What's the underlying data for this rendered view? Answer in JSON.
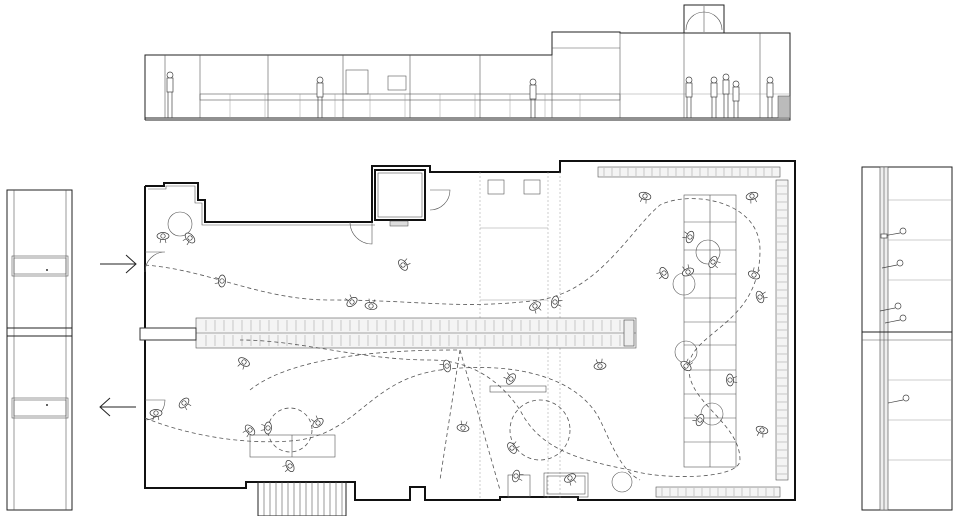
{
  "drawing": {
    "views": [
      {
        "name": "long-section-elevation",
        "kind": "elevation"
      },
      {
        "name": "floor-plan",
        "kind": "plan"
      },
      {
        "name": "left-end-elevation",
        "kind": "elevation"
      },
      {
        "name": "right-end-section",
        "kind": "section"
      }
    ],
    "arrows": [
      {
        "name": "entrance-arrow",
        "direction": "in"
      },
      {
        "name": "exit-arrow",
        "direction": "out"
      }
    ],
    "colors": {
      "line": "#222222",
      "background": "#ffffff",
      "fill": "#f4f4f4"
    }
  }
}
